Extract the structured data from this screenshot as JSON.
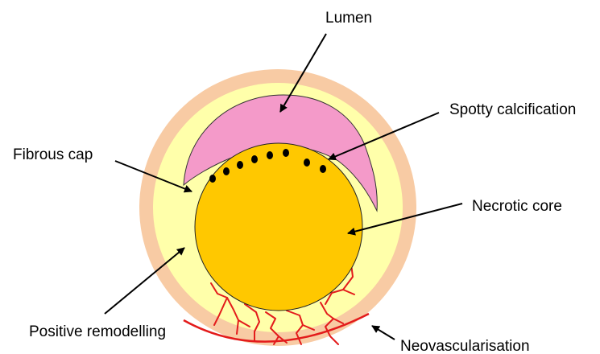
{
  "labels": {
    "lumen": "Lumen",
    "spotty_calcification": "Spotty calcification",
    "fibrous_cap": "Fibrous cap",
    "necrotic_core": "Necrotic core",
    "positive_remodelling": "Positive remodelling",
    "neovascularisation": "Neovascularisation"
  },
  "colors": {
    "outer_wall": "#f8cba4",
    "plaque": "#ffffaa",
    "lumen": "#f49ac9",
    "necrotic_core": "#ffc800",
    "calcification": "#000000",
    "vessels": "#e31b1b",
    "arrows": "#000000"
  }
}
